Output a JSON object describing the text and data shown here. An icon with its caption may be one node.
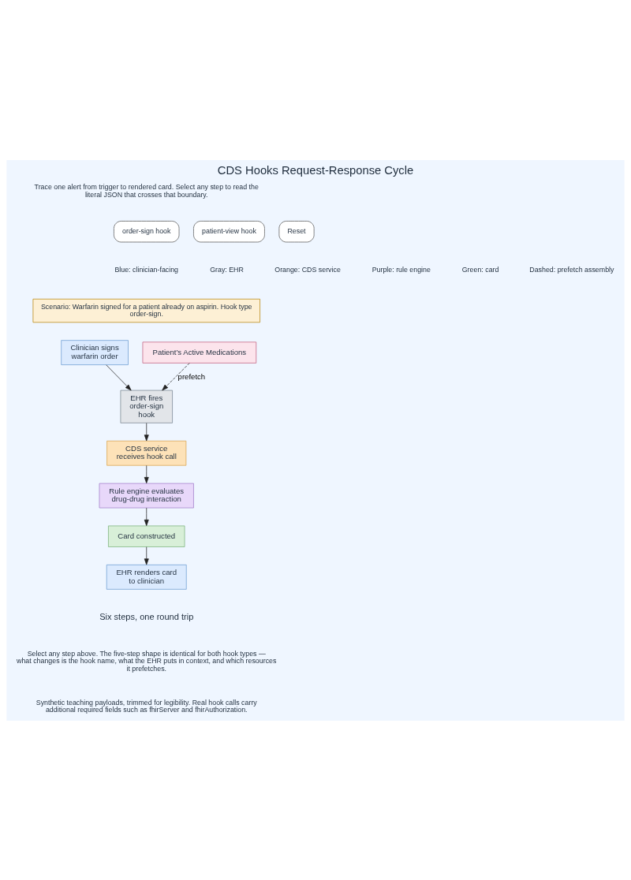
{
  "diagram": {
    "title": "CDS Hooks Request-Response Cycle",
    "nodes": [
      {
        "text": [
          "Clinician signs warfarin order"
        ]
      },
      {
        "text": [
          "Patient’s Active Medications"
        ]
      },
      {
        "text": [
          "EHR fires order-sign hook"
        ]
      },
      {
        "text": [
          "CDS service receives hook call"
        ]
      },
      {
        "text": [
          "Rule engine evaluates drug-drug interaction"
        ]
      },
      {
        "text": [
          "Card constructed"
        ]
      },
      {
        "text": [
          "EHR renders card to clinician"
        ]
      }
    ],
    "edges": [
      {
        "from": 0,
        "to": 2,
        "arrow": "to"
      },
      {
        "from": 1,
        "to": 2,
        "arrow": "to",
        "label": "prefetch",
        "style": "dashed"
      },
      {
        "from": 2,
        "to": 3,
        "arrow": "to"
      },
      {
        "from": 3,
        "to": 4,
        "arrow": "to"
      },
      {
        "from": 4,
        "to": 5,
        "arrow": "to"
      },
      {
        "from": 5,
        "to": 6,
        "arrow": "to"
      }
    ],
    "labels": [
      "Trace one alert from trigger to rendered card. Select any step to read the literal JSON that crosses that boundary.",
      "order-sign hook",
      "patient-view hook",
      "Reset",
      "Blue: clinician-facing",
      "Gray: EHR",
      "Orange: CDS service",
      "Purple: rule engine",
      "Green: card",
      "Dashed: prefetch assembly",
      "Scenario: Warfarin signed for a patient already on aspirin. Hook type order-sign.",
      "Six steps, one round trip",
      "Select any step above. The five-step shape is identical for both hook types — what changes is the hook name, what the EHR puts in context, and which resources it prefetches.",
      "Synthetic teaching payloads, trimmed for legibility. Real hook calls carry additional required fields such as fhirServer and fhirAuthorization."
    ]
  }
}
